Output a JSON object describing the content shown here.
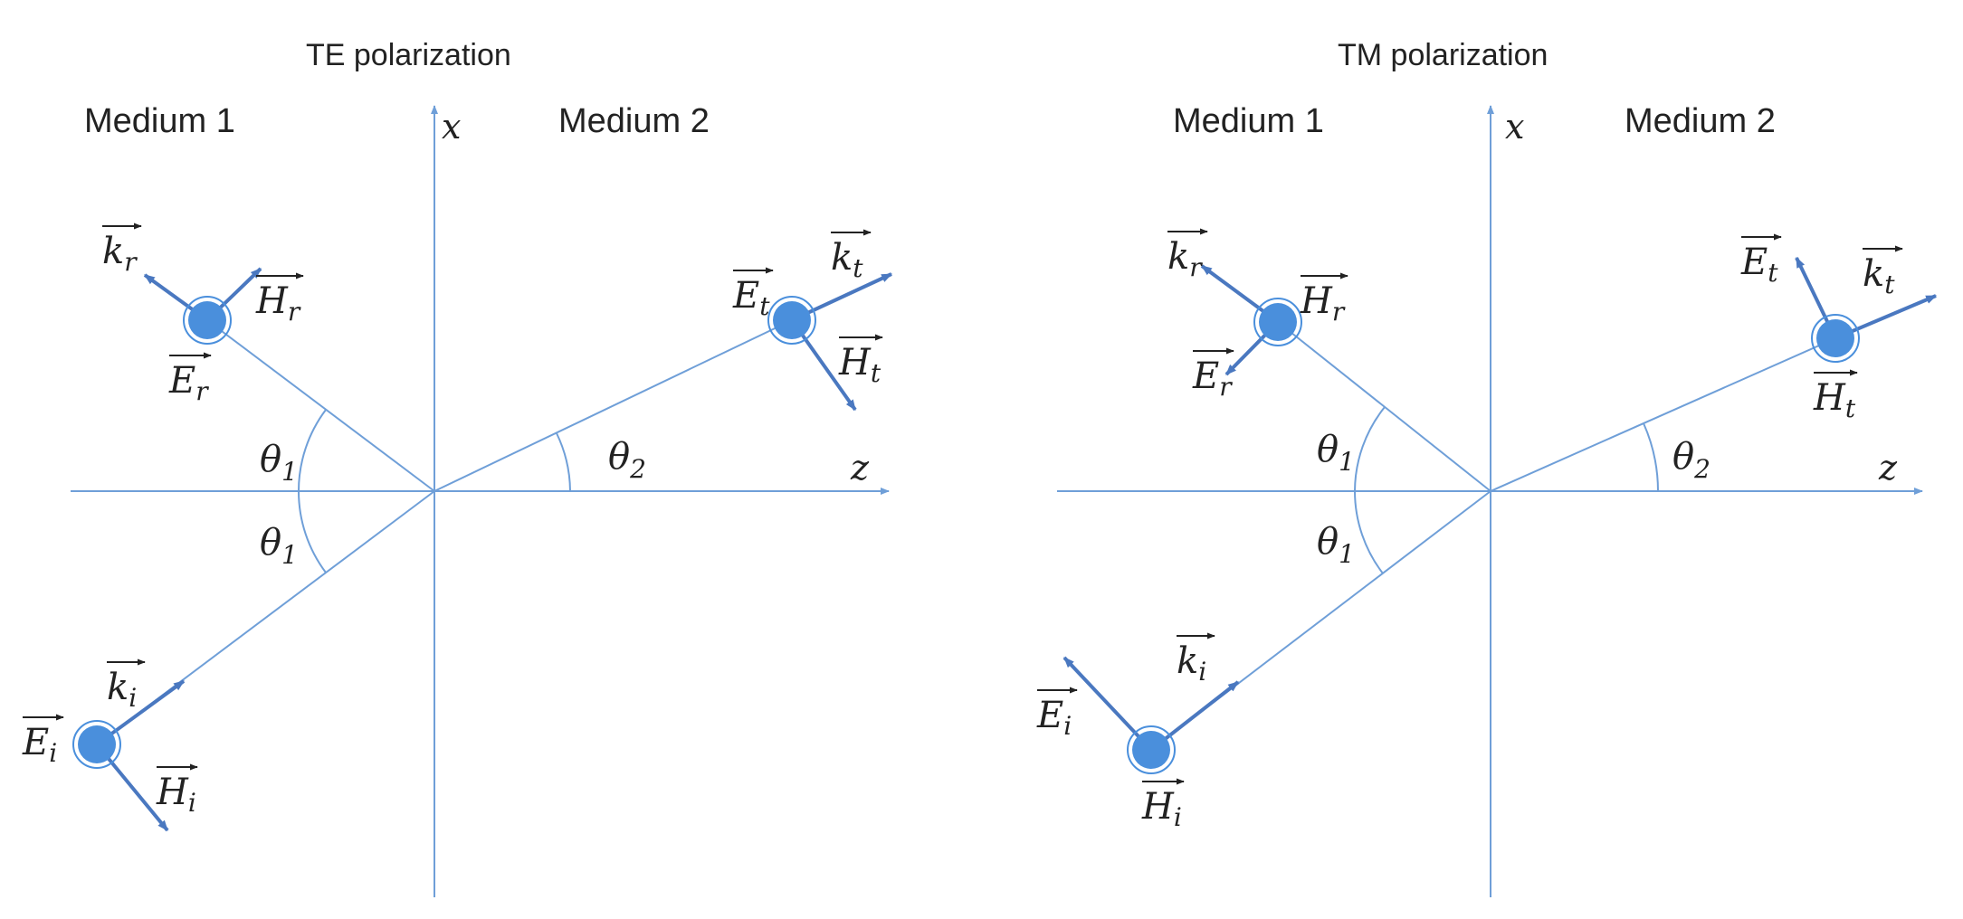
{
  "colors": {
    "axis": "#6f9fd8",
    "arrow": "#4a78c0",
    "particle": "#4a8fdc",
    "text": "#222222"
  },
  "panels": [
    {
      "id": "te",
      "title": "TE polarization",
      "medium_left": "Medium 1",
      "medium_right": "Medium 2",
      "axis_x": "x",
      "axis_z": "z",
      "angle_labels": {
        "theta1_upper": {
          "base": "θ",
          "sub": "1"
        },
        "theta1_lower": {
          "base": "θ",
          "sub": "1"
        },
        "theta2": {
          "base": "θ",
          "sub": "2"
        }
      },
      "vectors": {
        "k_r": {
          "base": "k",
          "sub": "r"
        },
        "H_r": {
          "base": "H",
          "sub": "r"
        },
        "E_r": {
          "base": "E",
          "sub": "r"
        },
        "E_t": {
          "base": "E",
          "sub": "t"
        },
        "k_t": {
          "base": "k",
          "sub": "t"
        },
        "H_t": {
          "base": "H",
          "sub": "t"
        },
        "k_i": {
          "base": "k",
          "sub": "i"
        },
        "E_i": {
          "base": "E",
          "sub": "i"
        },
        "H_i": {
          "base": "H",
          "sub": "i"
        }
      }
    },
    {
      "id": "tm",
      "title": "TM polarization",
      "medium_left": "Medium 1",
      "medium_right": "Medium 2",
      "axis_x": "x",
      "axis_z": "z",
      "angle_labels": {
        "theta1_upper": {
          "base": "θ",
          "sub": "1"
        },
        "theta1_lower": {
          "base": "θ",
          "sub": "1"
        },
        "theta2": {
          "base": "θ",
          "sub": "2"
        }
      },
      "vectors": {
        "k_r": {
          "base": "k",
          "sub": "r"
        },
        "H_r": {
          "base": "H",
          "sub": "r"
        },
        "E_r": {
          "base": "E",
          "sub": "r"
        },
        "E_t": {
          "base": "E",
          "sub": "t"
        },
        "k_t": {
          "base": "k",
          "sub": "t"
        },
        "H_t": {
          "base": "H",
          "sub": "t"
        },
        "k_i": {
          "base": "k",
          "sub": "i"
        },
        "E_i": {
          "base": "E",
          "sub": "i"
        },
        "H_i": {
          "base": "H",
          "sub": "i"
        }
      }
    }
  ]
}
